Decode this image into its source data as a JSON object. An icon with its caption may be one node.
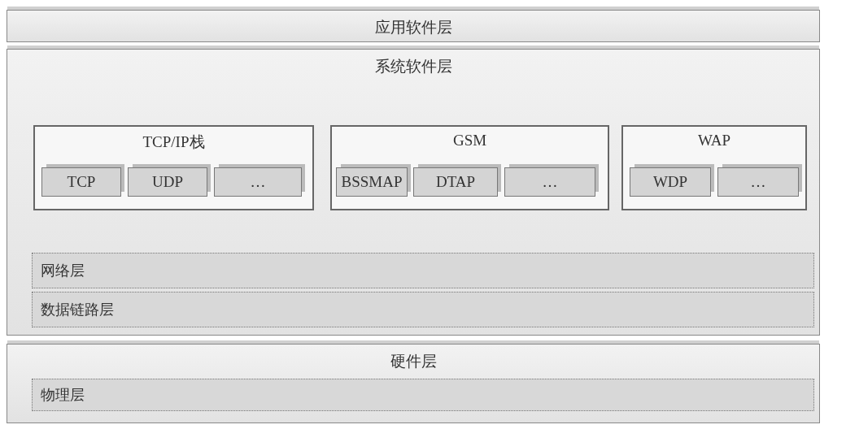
{
  "diagram": {
    "nodes": [
      {
        "text": [
          "应用软件层"
        ]
      },
      {
        "text": [
          "系统软件层"
        ]
      },
      {
        "text": [
          "TCP/IP栈"
        ],
        "in": 1
      },
      {
        "text": [
          "TCP"
        ],
        "in": 2
      },
      {
        "text": [
          "UDP"
        ],
        "in": 2
      },
      {
        "text": [
          "…"
        ],
        "in": 2
      },
      {
        "text": [
          "GSM"
        ],
        "in": 1
      },
      {
        "text": [
          "BSSMAP"
        ],
        "in": 6
      },
      {
        "text": [
          "DTAP"
        ],
        "in": 6
      },
      {
        "text": [
          "…"
        ],
        "in": 6
      },
      {
        "text": [
          "WAP"
        ],
        "in": 1
      },
      {
        "text": [
          "WDP"
        ],
        "in": 10
      },
      {
        "text": [
          "…"
        ],
        "in": 10
      },
      {
        "text": [
          "网络层"
        ],
        "in": 1
      },
      {
        "text": [
          "数据链路层"
        ],
        "in": 1
      },
      {
        "text": [
          "硬件层"
        ]
      },
      {
        "text": [
          "物理层"
        ],
        "in": 15
      }
    ],
    "edges": []
  }
}
